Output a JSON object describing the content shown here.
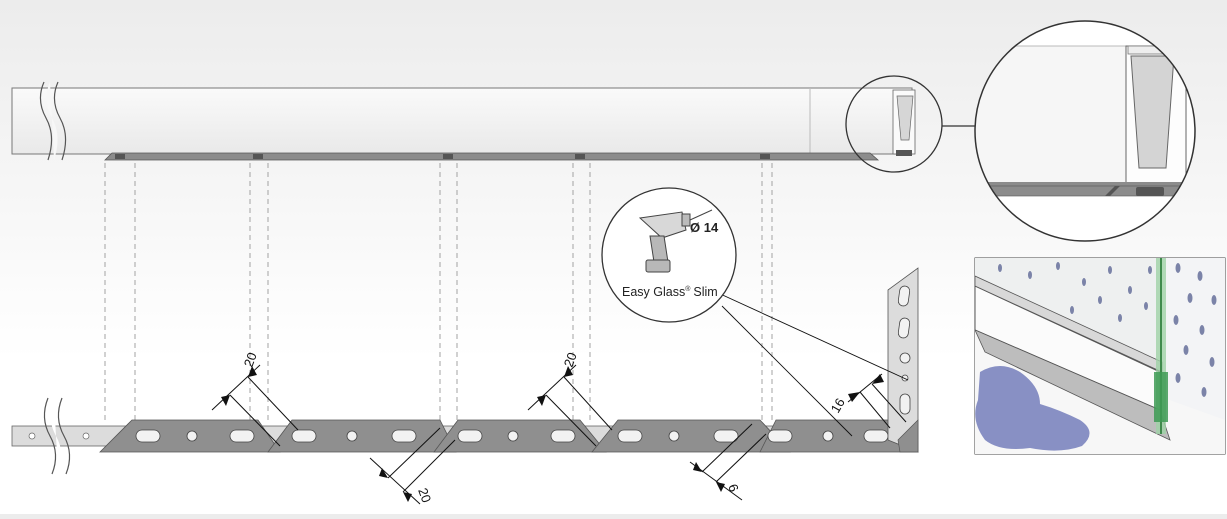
{
  "dimensions": {
    "slot_spacing_upper": "20",
    "slot_spacing_upper_2": "20",
    "slot_spacing_lower": "20",
    "edge_offset": "16",
    "clearance": "6"
  },
  "drill": {
    "diameter_label": "Ø 14",
    "product_name": "Easy Glass",
    "product_mark": "®",
    "product_suffix": "Slim",
    "icon": "drill-icon"
  },
  "colors": {
    "profile_fill": "#f4f4f4",
    "rail_fill": "#8c8c8c",
    "water": "#8890c4",
    "guide_lines": "#9a9a9a"
  }
}
